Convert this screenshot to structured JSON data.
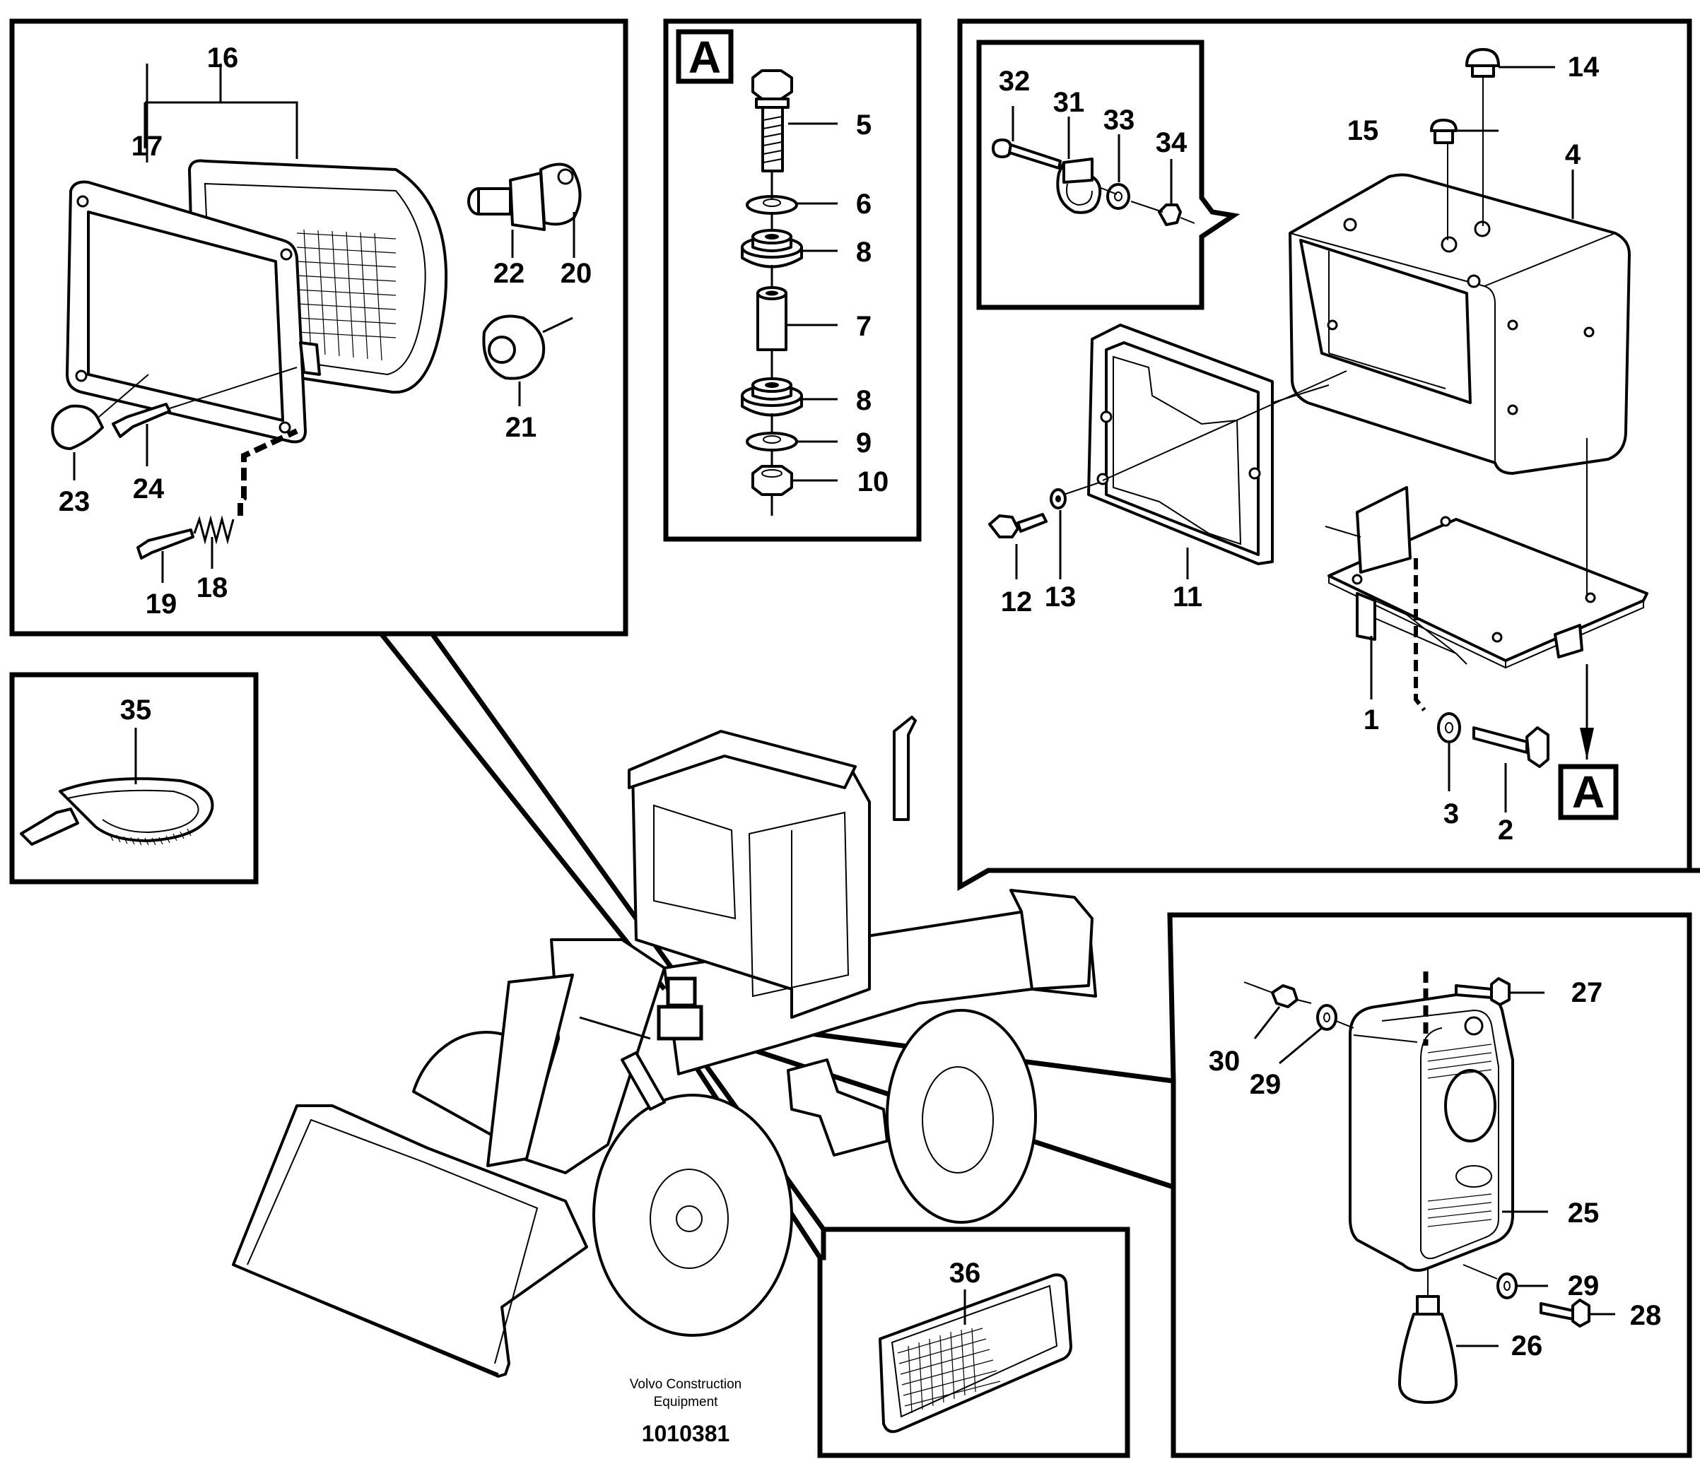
{
  "diagram": {
    "section_marker": "A",
    "footer": {
      "brand_line1": "Volvo Construction",
      "brand_line2": "Equipment",
      "drawing_number": "1010381"
    },
    "panels": {
      "headlamp": {
        "callouts": [
          {
            "id": "16",
            "text": "16"
          },
          {
            "id": "17",
            "text": "17"
          },
          {
            "id": "22",
            "text": "22"
          },
          {
            "id": "20",
            "text": "20"
          },
          {
            "id": "21",
            "text": "21"
          },
          {
            "id": "23",
            "text": "23"
          },
          {
            "id": "24",
            "text": "24"
          },
          {
            "id": "19",
            "text": "19"
          },
          {
            "id": "18",
            "text": "18"
          }
        ]
      },
      "mounting_stack": {
        "marker": "A",
        "callouts": [
          {
            "id": "5",
            "text": "5"
          },
          {
            "id": "6",
            "text": "6"
          },
          {
            "id": "8a",
            "text": "8"
          },
          {
            "id": "7",
            "text": "7"
          },
          {
            "id": "8b",
            "text": "8"
          },
          {
            "id": "9",
            "text": "9"
          },
          {
            "id": "10",
            "text": "10"
          }
        ]
      },
      "lamp_housing": {
        "marker": "A",
        "callouts": [
          {
            "id": "32",
            "text": "32"
          },
          {
            "id": "31",
            "text": "31"
          },
          {
            "id": "33",
            "text": "33"
          },
          {
            "id": "34",
            "text": "34"
          },
          {
            "id": "14",
            "text": "14"
          },
          {
            "id": "15",
            "text": "15"
          },
          {
            "id": "4",
            "text": "4"
          },
          {
            "id": "12",
            "text": "12"
          },
          {
            "id": "13",
            "text": "13"
          },
          {
            "id": "11",
            "text": "11"
          },
          {
            "id": "1",
            "text": "1"
          },
          {
            "id": "3",
            "text": "3"
          },
          {
            "id": "2",
            "text": "2"
          }
        ]
      },
      "cable_tie": {
        "callouts": [
          {
            "id": "35",
            "text": "35"
          }
        ]
      },
      "reflector": {
        "callouts": [
          {
            "id": "36",
            "text": "36"
          }
        ]
      },
      "rear_lamp": {
        "callouts": [
          {
            "id": "27",
            "text": "27"
          },
          {
            "id": "30",
            "text": "30"
          },
          {
            "id": "29a",
            "text": "29"
          },
          {
            "id": "25",
            "text": "25"
          },
          {
            "id": "29b",
            "text": "29"
          },
          {
            "id": "28",
            "text": "28"
          },
          {
            "id": "26",
            "text": "26"
          }
        ]
      }
    }
  }
}
